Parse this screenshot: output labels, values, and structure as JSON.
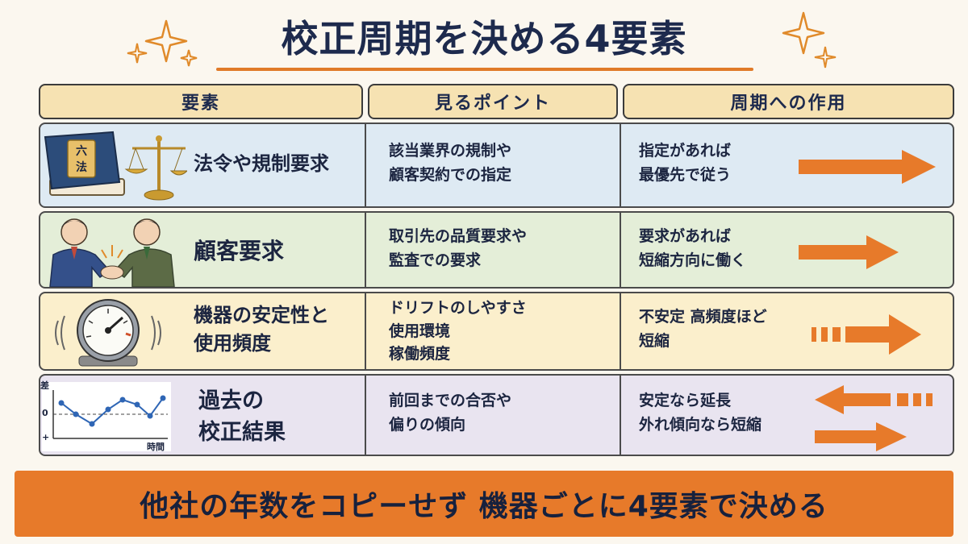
{
  "title": "校正周期を決める4要素",
  "headers": [
    "要素",
    "見るポイント",
    "周期への作用"
  ],
  "rows": [
    {
      "factor": "法令や規制要求",
      "illus_book_text": "六法",
      "point_lines": [
        "該当業界の規制や",
        "顧客契約での指定"
      ],
      "effect_lines": [
        "指定があれば",
        "最優先で従う"
      ],
      "bg": "#deeaf3"
    },
    {
      "factor": "顧客要求",
      "point_lines": [
        "取引先の品質要求や",
        "監査での要求"
      ],
      "effect_lines": [
        "要求があれば",
        "短縮方向に働く"
      ],
      "bg": "#e4eed8"
    },
    {
      "factor_lines": [
        "機器の安定性と",
        "使用頻度"
      ],
      "point_lines": [
        "ドリフトのしやすさ",
        "使用環境",
        "稼働頻度"
      ],
      "effect_lines": [
        "不安定 高頻度ほど",
        "短縮"
      ],
      "bg": "#fbefcc"
    },
    {
      "factor_lines": [
        "過去の",
        "校正結果"
      ],
      "chart_labels": {
        "y_top": "差",
        "zero": "0",
        "plus": "+",
        "x": "時間"
      },
      "point_lines": [
        "前回までの合否や",
        "偏りの傾向"
      ],
      "effect_lines": [
        "安定なら延長",
        "外れ傾向なら短縮"
      ],
      "bg": "#e9e4f0"
    }
  ],
  "banner": "他社の年数をコピーせず 機器ごとに4要素で決める",
  "colors": {
    "accent": "#e77a2a",
    "navy": "#1d2a4d",
    "header": "#f6e2b2"
  }
}
